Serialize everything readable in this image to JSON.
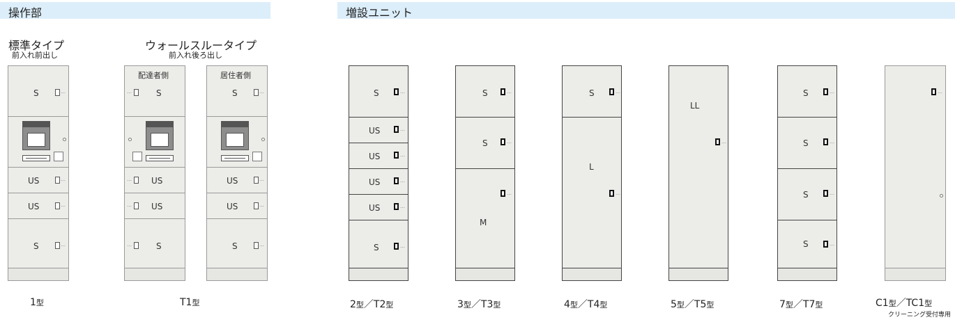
{
  "sections": {
    "operation": "操作部",
    "extension": "増設ユニット"
  },
  "types": {
    "standard": {
      "name": "標準タイプ",
      "sub": "前入れ前出し"
    },
    "wallthrough": {
      "name": "ウォールスルータイプ",
      "sub": "前入れ後ろ出し"
    }
  },
  "panel_headers": {
    "delivery": "配達者側",
    "resident": "居住者側"
  },
  "compartment_labels": {
    "s": "S",
    "us": "US",
    "m": "M",
    "l": "L",
    "ll": "LL"
  },
  "icons": {
    "lock": "lock-icon",
    "lock_mark": "key-mark-icon",
    "screen": "touch-screen-icon",
    "slot": "card-slot-icon",
    "sensor": "sensor-dot-icon"
  },
  "lock_mark_glyph": "…",
  "captions": {
    "type1": {
      "num": "1",
      "suffix": "型"
    },
    "typeT1": {
      "num": "T1",
      "suffix": "型"
    },
    "type2": {
      "a": "2",
      "b": "型",
      "sep": "／",
      "c": "T2",
      "d": "型"
    },
    "type3": {
      "a": "3",
      "b": "型",
      "sep": "／",
      "c": "T3",
      "d": "型"
    },
    "type4": {
      "a": "4",
      "b": "型",
      "sep": "／",
      "c": "T4",
      "d": "型"
    },
    "type5": {
      "a": "5",
      "b": "型",
      "sep": "／",
      "c": "T5",
      "d": "型"
    },
    "type7": {
      "a": "7",
      "b": "型",
      "sep": "／",
      "c": "T7",
      "d": "型"
    },
    "typeC1": {
      "a": "C1",
      "b": "型",
      "sep": "／",
      "c": "TC1",
      "d": "型",
      "note": "クリーニング受付専用"
    }
  }
}
